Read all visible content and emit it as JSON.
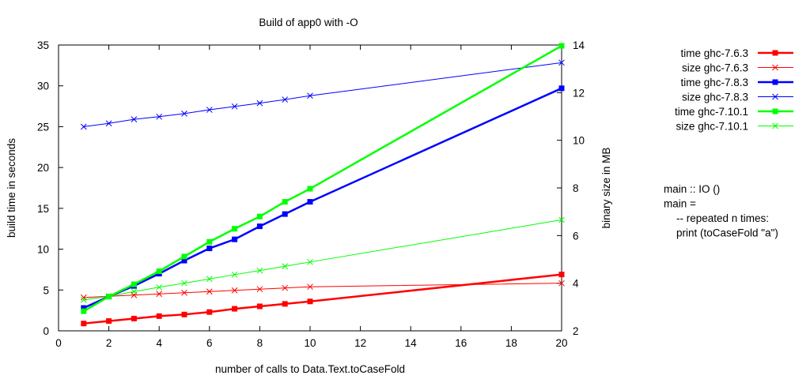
{
  "chart_data": {
    "type": "line",
    "title": "Build of app0 with -O",
    "xlabel": "number of calls to Data.Text.toCaseFold",
    "ylabel": "build time in seconds",
    "y2label": "binary size in MB",
    "xlim": [
      0,
      20
    ],
    "ylim": [
      0,
      35
    ],
    "y2lim": [
      2,
      14
    ],
    "x_ticks": [
      0,
      2,
      4,
      6,
      8,
      10,
      12,
      14,
      16,
      18,
      20
    ],
    "y_ticks": [
      0,
      5,
      10,
      15,
      20,
      25,
      30,
      35
    ],
    "y2_ticks": [
      2,
      4,
      6,
      8,
      10,
      12,
      14
    ],
    "grid": false,
    "legend_position": "right",
    "series": [
      {
        "name": "time ghc-7.6.3",
        "axis": "y",
        "color": "#ff0000",
        "marker": "square",
        "style": "thick",
        "x": [
          1,
          2,
          3,
          4,
          5,
          6,
          7,
          8,
          9,
          10,
          20
        ],
        "values": [
          0.9,
          1.2,
          1.5,
          1.8,
          2.0,
          2.3,
          2.7,
          3.0,
          3.3,
          3.6,
          6.9
        ]
      },
      {
        "name": "size ghc-7.6.3",
        "axis": "y2",
        "color": "#ff0000",
        "marker": "cross",
        "style": "thin",
        "x": [
          1,
          2,
          3,
          4,
          5,
          6,
          7,
          8,
          9,
          10,
          20
        ],
        "values": [
          3.4,
          3.45,
          3.5,
          3.55,
          3.6,
          3.65,
          3.7,
          3.75,
          3.8,
          3.85,
          4.0
        ]
      },
      {
        "name": "time ghc-7.8.3",
        "axis": "y",
        "color": "#0000ff",
        "marker": "square",
        "style": "thick",
        "x": [
          1,
          2,
          3,
          4,
          5,
          6,
          7,
          8,
          9,
          10,
          20
        ],
        "values": [
          2.8,
          4.2,
          5.5,
          7.0,
          8.6,
          10.1,
          11.2,
          12.8,
          14.3,
          15.8,
          29.7
        ]
      },
      {
        "name": "size ghc-7.8.3",
        "axis": "y2",
        "color": "#0000ff",
        "marker": "cross",
        "style": "thin",
        "x": [
          1,
          2,
          3,
          4,
          5,
          6,
          7,
          8,
          9,
          10,
          20
        ],
        "values": [
          10.57,
          10.71,
          10.88,
          10.99,
          11.12,
          11.28,
          11.42,
          11.56,
          11.71,
          11.87,
          13.26
        ]
      },
      {
        "name": "time ghc-7.10.1",
        "axis": "y",
        "color": "#00ff00",
        "marker": "square",
        "style": "thick",
        "x": [
          1,
          2,
          3,
          4,
          5,
          6,
          7,
          8,
          9,
          10,
          20
        ],
        "values": [
          2.4,
          4.2,
          5.7,
          7.3,
          9.1,
          10.9,
          12.5,
          14.0,
          15.8,
          17.4,
          34.9
        ]
      },
      {
        "name": "size ghc-7.10.1",
        "axis": "y2",
        "color": "#00ff00",
        "marker": "cross",
        "style": "thin",
        "x": [
          1,
          2,
          3,
          4,
          5,
          6,
          7,
          8,
          9,
          10,
          20
        ],
        "values": [
          3.3,
          3.45,
          3.65,
          3.83,
          4.0,
          4.18,
          4.36,
          4.53,
          4.71,
          4.89,
          6.66
        ]
      }
    ],
    "annotation": [
      "main :: IO ()",
      "main =",
      "    -- repeated n times:",
      "    print (toCaseFold \"a\")"
    ]
  }
}
